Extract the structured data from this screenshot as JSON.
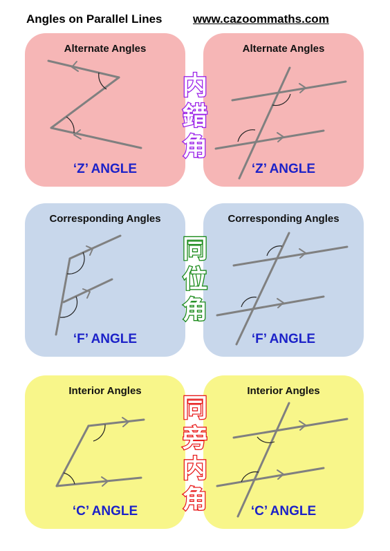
{
  "header": {
    "title": "Angles on Parallel Lines",
    "website": "www.cazoommaths.com"
  },
  "rows": [
    {
      "left": {
        "title": "Alternate Angles",
        "label": "‘Z’ ANGLE"
      },
      "right": {
        "title": "Alternate Angles",
        "label": "‘Z’ ANGLE"
      },
      "chinese": [
        "内",
        "錯",
        "角"
      ],
      "chinese_color": "#9b22e8",
      "card_color": "#f6b6b6"
    },
    {
      "left": {
        "title": "Corresponding Angles",
        "label": "‘F’ ANGLE"
      },
      "right": {
        "title": "Corresponding Angles",
        "label": "‘F’ ANGLE"
      },
      "chinese": [
        "同",
        "位",
        "角"
      ],
      "chinese_color": "#1a8a1a",
      "card_color": "#c8d7eb"
    },
    {
      "left": {
        "title": "Interior Angles",
        "label": "‘C’ ANGLE"
      },
      "right": {
        "title": "Interior Angles",
        "label": "‘C’ ANGLE"
      },
      "chinese": [
        "同",
        "旁",
        "内",
        "角"
      ],
      "chinese_color": "#e81c1c",
      "card_color": "#f8f68a"
    }
  ],
  "colors": {
    "label_blue": "#1c22c8",
    "line_gray": "#808080"
  }
}
